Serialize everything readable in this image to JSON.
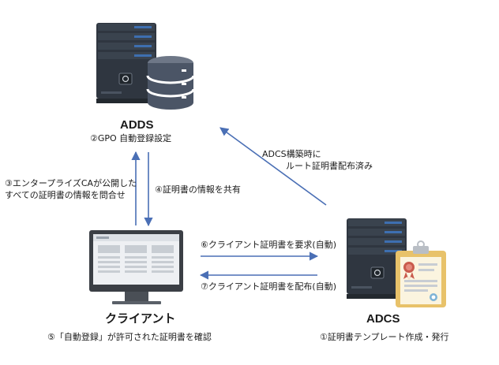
{
  "nodes": {
    "adds": {
      "title": "ADDS",
      "caption": "②GPO 自動登録設定"
    },
    "client": {
      "title": "クライアント",
      "caption": "⑤「自動登録」が許可された証明書を確認"
    },
    "adcs": {
      "title": "ADCS",
      "caption": "①証明書テンプレート作成・発行"
    }
  },
  "arrows": {
    "adcs_to_adds": {
      "line1": "ADCS構築時に",
      "line2": "ルート証明書配布済み"
    },
    "client_query": {
      "line1": "③エンタープライズCAが公開した",
      "line2": "すべての証明書の情報を問合せ"
    },
    "adds_share": {
      "line1": "④証明書の情報を共有"
    },
    "client_request": {
      "line1": "⑥クライアント証明書を要求(自動)"
    },
    "adcs_distribute": {
      "line1": "⑦クライアント証明書を配布(自動)"
    }
  },
  "colors": {
    "arrow": "#4a6fb5",
    "server_body": "#2f3640",
    "server_accent": "#3e6fb0",
    "database": "#4b5566",
    "certificate": "#e8c26a"
  },
  "icons": [
    "server-icon",
    "database-icon",
    "monitor-icon",
    "certificate-icon"
  ]
}
